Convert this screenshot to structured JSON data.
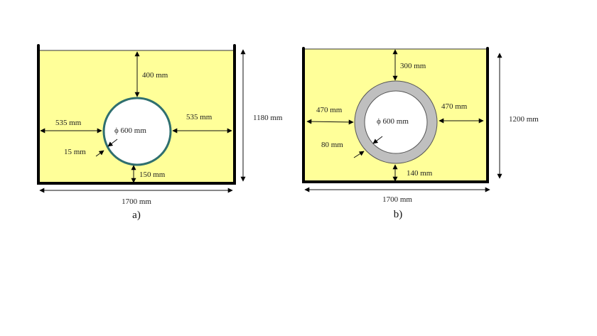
{
  "colors": {
    "soil": "#ffff99",
    "liner": "#bfbfbf",
    "wall": "#000000"
  },
  "panel_a": {
    "caption": "a)",
    "top_cover": "400 mm",
    "left_clear": "535 mm",
    "right_clear": "535 mm",
    "diameter": "ϕ 600 mm",
    "thickness": "15 mm",
    "bottom_cover": "150 mm",
    "height": "1180 mm",
    "width": "1700 mm"
  },
  "panel_b": {
    "caption": "b)",
    "top_cover": "300 mm",
    "left_clear": "470 mm",
    "right_clear": "470 mm",
    "diameter": "ϕ 600 mm",
    "thickness": "80 mm",
    "bottom_cover": "140 mm",
    "height": "1200 mm",
    "width": "1700 mm"
  }
}
